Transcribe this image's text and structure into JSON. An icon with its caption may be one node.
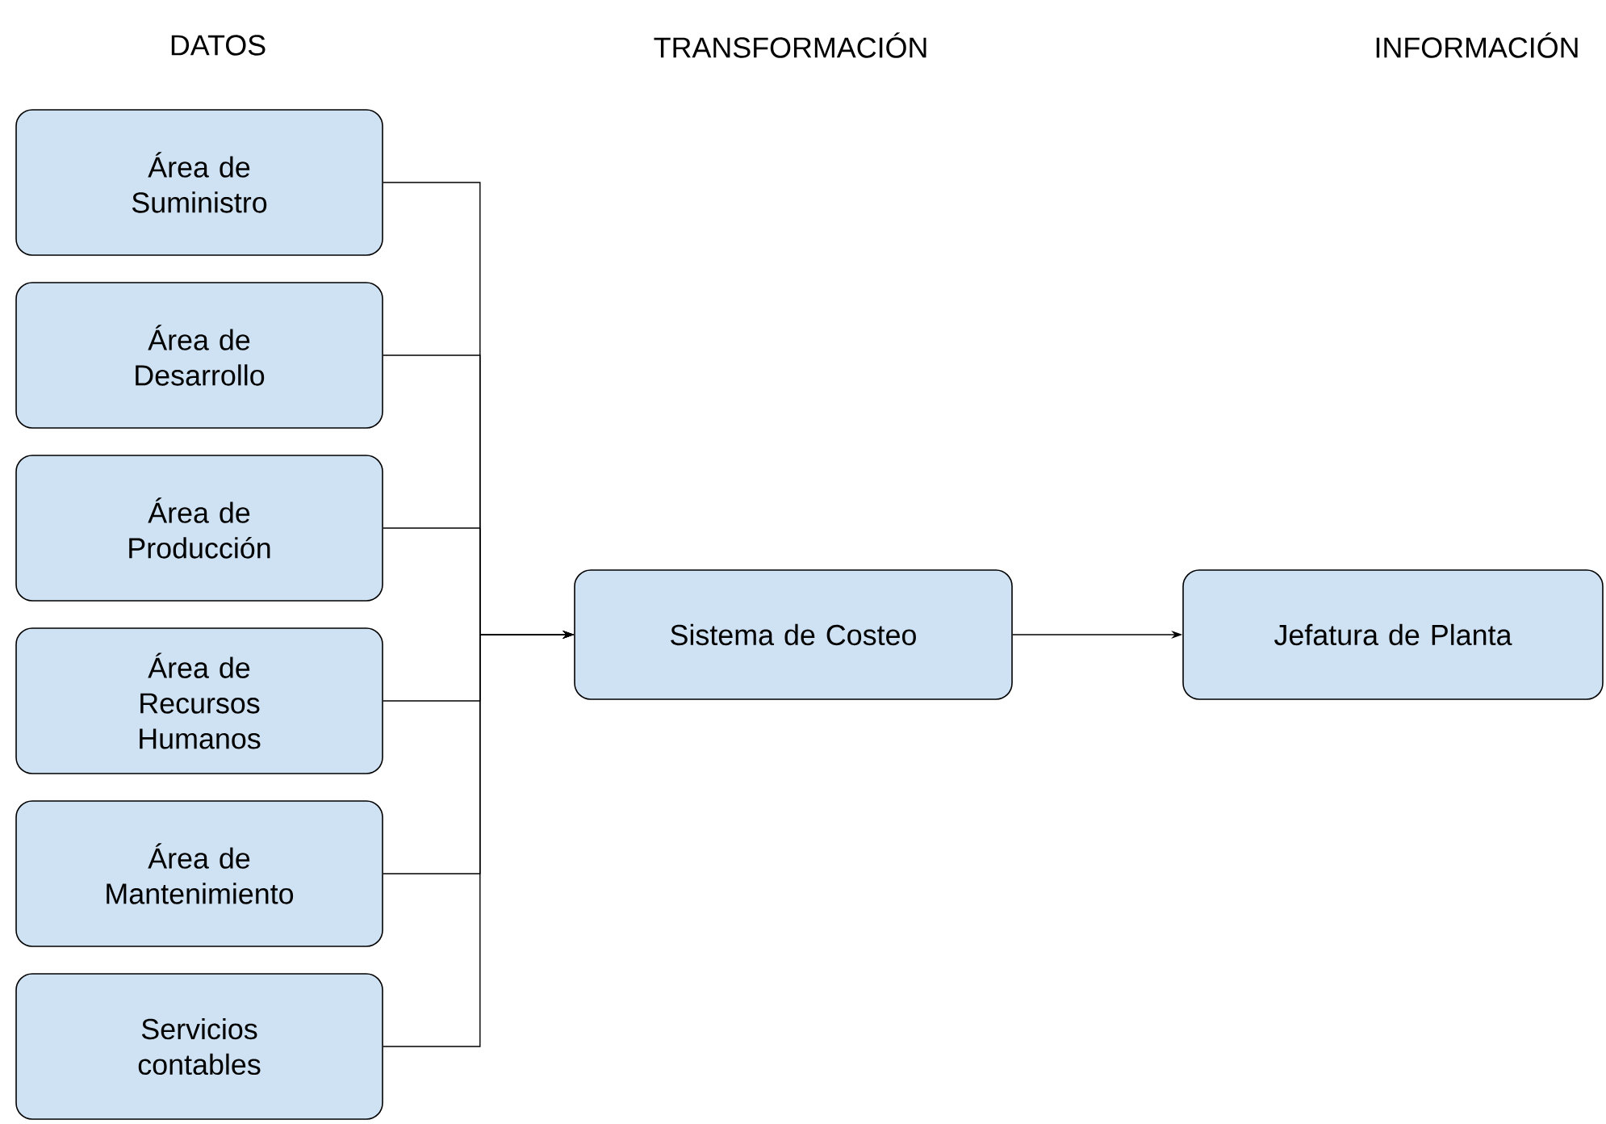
{
  "diagram": {
    "nodes": [
      {
        "text": [
          "Área de Suministro"
        ]
      },
      {
        "text": [
          "Área de Desarrollo"
        ]
      },
      {
        "text": [
          "Área de Producción"
        ]
      },
      {
        "text": [
          "Área de Recursos Humanos"
        ]
      },
      {
        "text": [
          "Área de Mantenimiento"
        ]
      },
      {
        "text": [
          "Servicios contables"
        ]
      },
      {
        "text": [
          "Sistema de Costeo"
        ]
      },
      {
        "text": [
          "Jefatura de Planta"
        ]
      }
    ],
    "edges": [
      {
        "from": 0,
        "to": 6,
        "arrow": "to"
      },
      {
        "from": 1,
        "to": 6,
        "arrow": "to"
      },
      {
        "from": 2,
        "to": 6,
        "arrow": "to"
      },
      {
        "from": 3,
        "to": 6,
        "arrow": "to"
      },
      {
        "from": 4,
        "to": 6,
        "arrow": "to"
      },
      {
        "from": 5,
        "to": 6,
        "arrow": "to"
      },
      {
        "from": 6,
        "to": 7,
        "arrow": "to"
      }
    ],
    "labels": [
      "DATOS",
      "TRANSFORMACIÓN",
      "INFORMACIÓN"
    ]
  }
}
